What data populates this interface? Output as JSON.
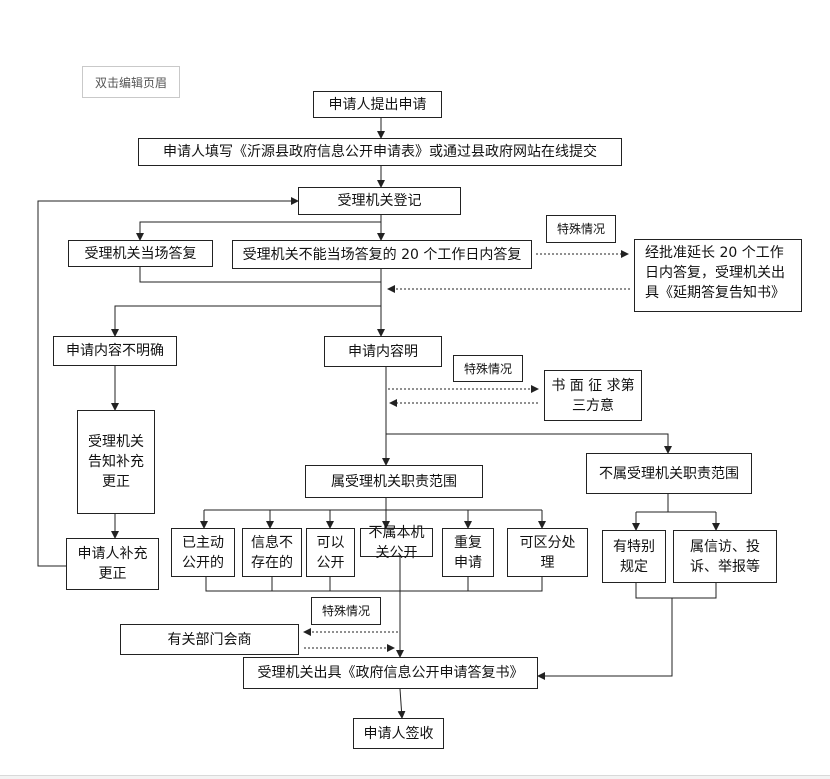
{
  "header": {
    "edit_label": "双击编辑页眉"
  },
  "boxes": {
    "apply": "申请人提出申请",
    "fill_form": "申请人填写《沂源县政府信息公开申请表》或通过县政府网站在线提交",
    "register": "受理机关登记",
    "reply_now": "受理机关当场答复",
    "reply_20": "受理机关不能当场答复的 20 个工作日内答复",
    "extend": "经批准延长 20 个工作日内答复，受理机关出具《延期答复告知书》",
    "unclear": "申请内容不明确",
    "clear": "申请内容明",
    "notify_supplement": "受理机关告知补充更正",
    "third_party": "书 面 征 求第三方意",
    "in_scope": "属受理机关职责范围",
    "out_scope": "不属受理机关职责范围",
    "public": "已主动公开的",
    "not_exist": "信息不存在的",
    "can_public": "可以公开",
    "not_public": "不属本机关公开",
    "repeat": "重复申请",
    "separable": "可区分处理",
    "special_rule": "有特别规定",
    "petition": "属信访、投诉、举报等",
    "resupply": "申请人补充更正",
    "consult": "有关部门会商",
    "final_reply": "受理机关出具《政府信息公开申请答复书》",
    "sign": "申请人签收"
  },
  "labels": {
    "special1": "特殊情况",
    "special2": "特殊情况",
    "special3": "特殊情况"
  }
}
